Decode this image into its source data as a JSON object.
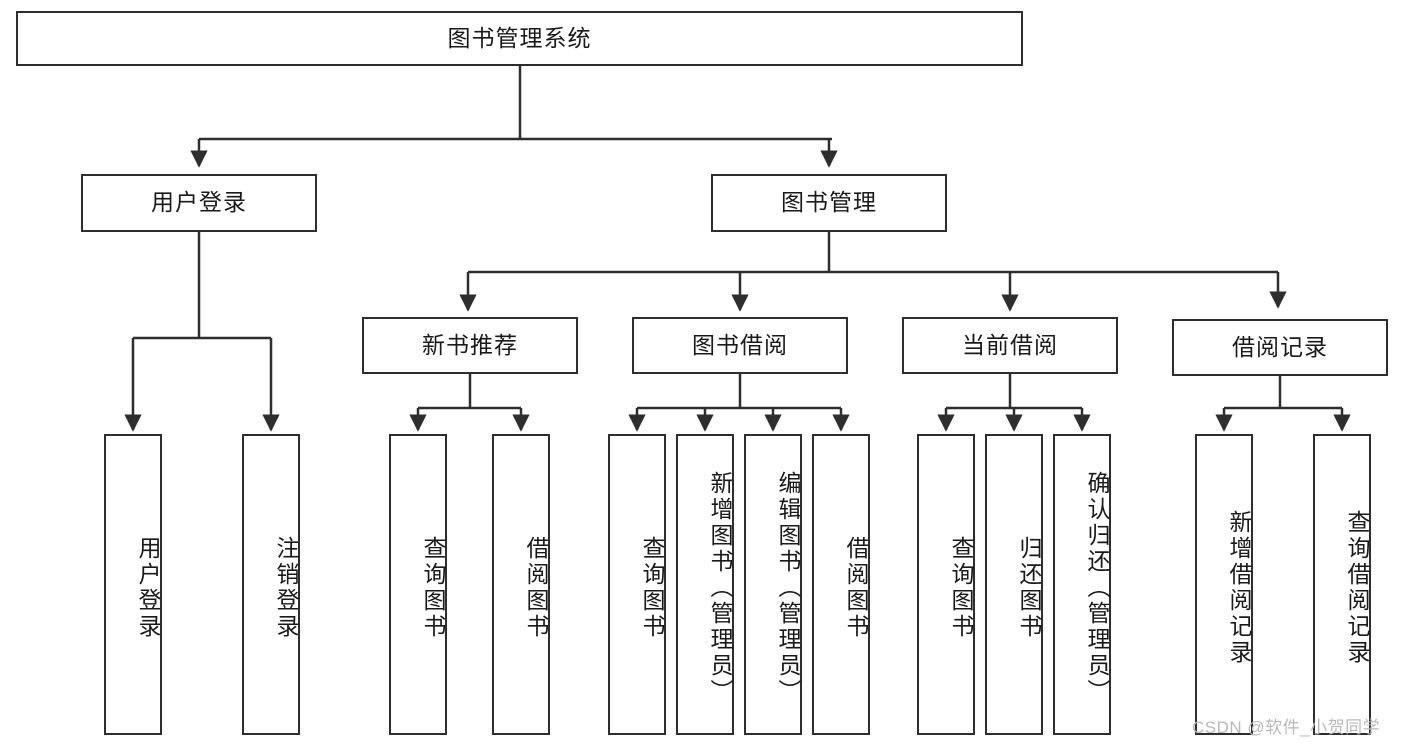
{
  "diagram": {
    "title": "图书管理系统",
    "type": "tree",
    "watermark": "CSDN @软件_小贺同学",
    "colors": {
      "node_border": "#2e2e2e",
      "node_fill": "#ffffff",
      "edge": "#2e2e2e",
      "text": "#1a1a1a",
      "watermark": "#b9b9b9",
      "background": "#ffffff"
    },
    "levels": {
      "root": {
        "id": "root",
        "label": "图书管理系统",
        "orientation": "horizontal"
      },
      "level2": [
        {
          "id": "user-login",
          "label": "用户登录",
          "orientation": "horizontal"
        },
        {
          "id": "book-management",
          "label": "图书管理",
          "orientation": "horizontal"
        }
      ],
      "level3": [
        {
          "id": "new-book-recommend",
          "label": "新书推荐",
          "orientation": "horizontal",
          "parent": "book-management"
        },
        {
          "id": "book-borrow",
          "label": "图书借阅",
          "orientation": "horizontal",
          "parent": "book-management"
        },
        {
          "id": "current-borrow",
          "label": "当前借阅",
          "orientation": "horizontal",
          "parent": "book-management"
        },
        {
          "id": "borrow-record",
          "label": "借阅记录",
          "orientation": "horizontal",
          "parent": "book-management"
        }
      ],
      "leaves": [
        {
          "id": "leaf-user-login",
          "label": "用户登录",
          "orientation": "vertical",
          "parent": "user-login"
        },
        {
          "id": "leaf-logout",
          "label": "注销登录",
          "orientation": "vertical",
          "parent": "user-login"
        },
        {
          "id": "leaf-query-book-1",
          "label": "查询图书",
          "orientation": "vertical",
          "parent": "new-book-recommend"
        },
        {
          "id": "leaf-borrow-book-1",
          "label": "借阅图书",
          "orientation": "vertical",
          "parent": "new-book-recommend"
        },
        {
          "id": "leaf-query-book-2",
          "label": "查询图书",
          "orientation": "vertical",
          "parent": "book-borrow"
        },
        {
          "id": "leaf-add-book",
          "label": "新增图书（管理员）",
          "orientation": "vertical",
          "parent": "book-borrow"
        },
        {
          "id": "leaf-edit-book",
          "label": "编辑图书（管理员）",
          "orientation": "vertical",
          "parent": "book-borrow"
        },
        {
          "id": "leaf-borrow-book-2",
          "label": "借阅图书",
          "orientation": "vertical",
          "parent": "book-borrow"
        },
        {
          "id": "leaf-query-book-3",
          "label": "查询图书",
          "orientation": "vertical",
          "parent": "current-borrow"
        },
        {
          "id": "leaf-return-book",
          "label": "归还图书",
          "orientation": "vertical",
          "parent": "current-borrow"
        },
        {
          "id": "leaf-confirm-return",
          "label": "确认归还（管理员）",
          "orientation": "vertical",
          "parent": "current-borrow"
        },
        {
          "id": "leaf-add-record",
          "label": "新增借阅记录",
          "orientation": "vertical",
          "parent": "borrow-record"
        },
        {
          "id": "leaf-query-record",
          "label": "查询借阅记录",
          "orientation": "vertical",
          "parent": "borrow-record"
        }
      ]
    }
  }
}
